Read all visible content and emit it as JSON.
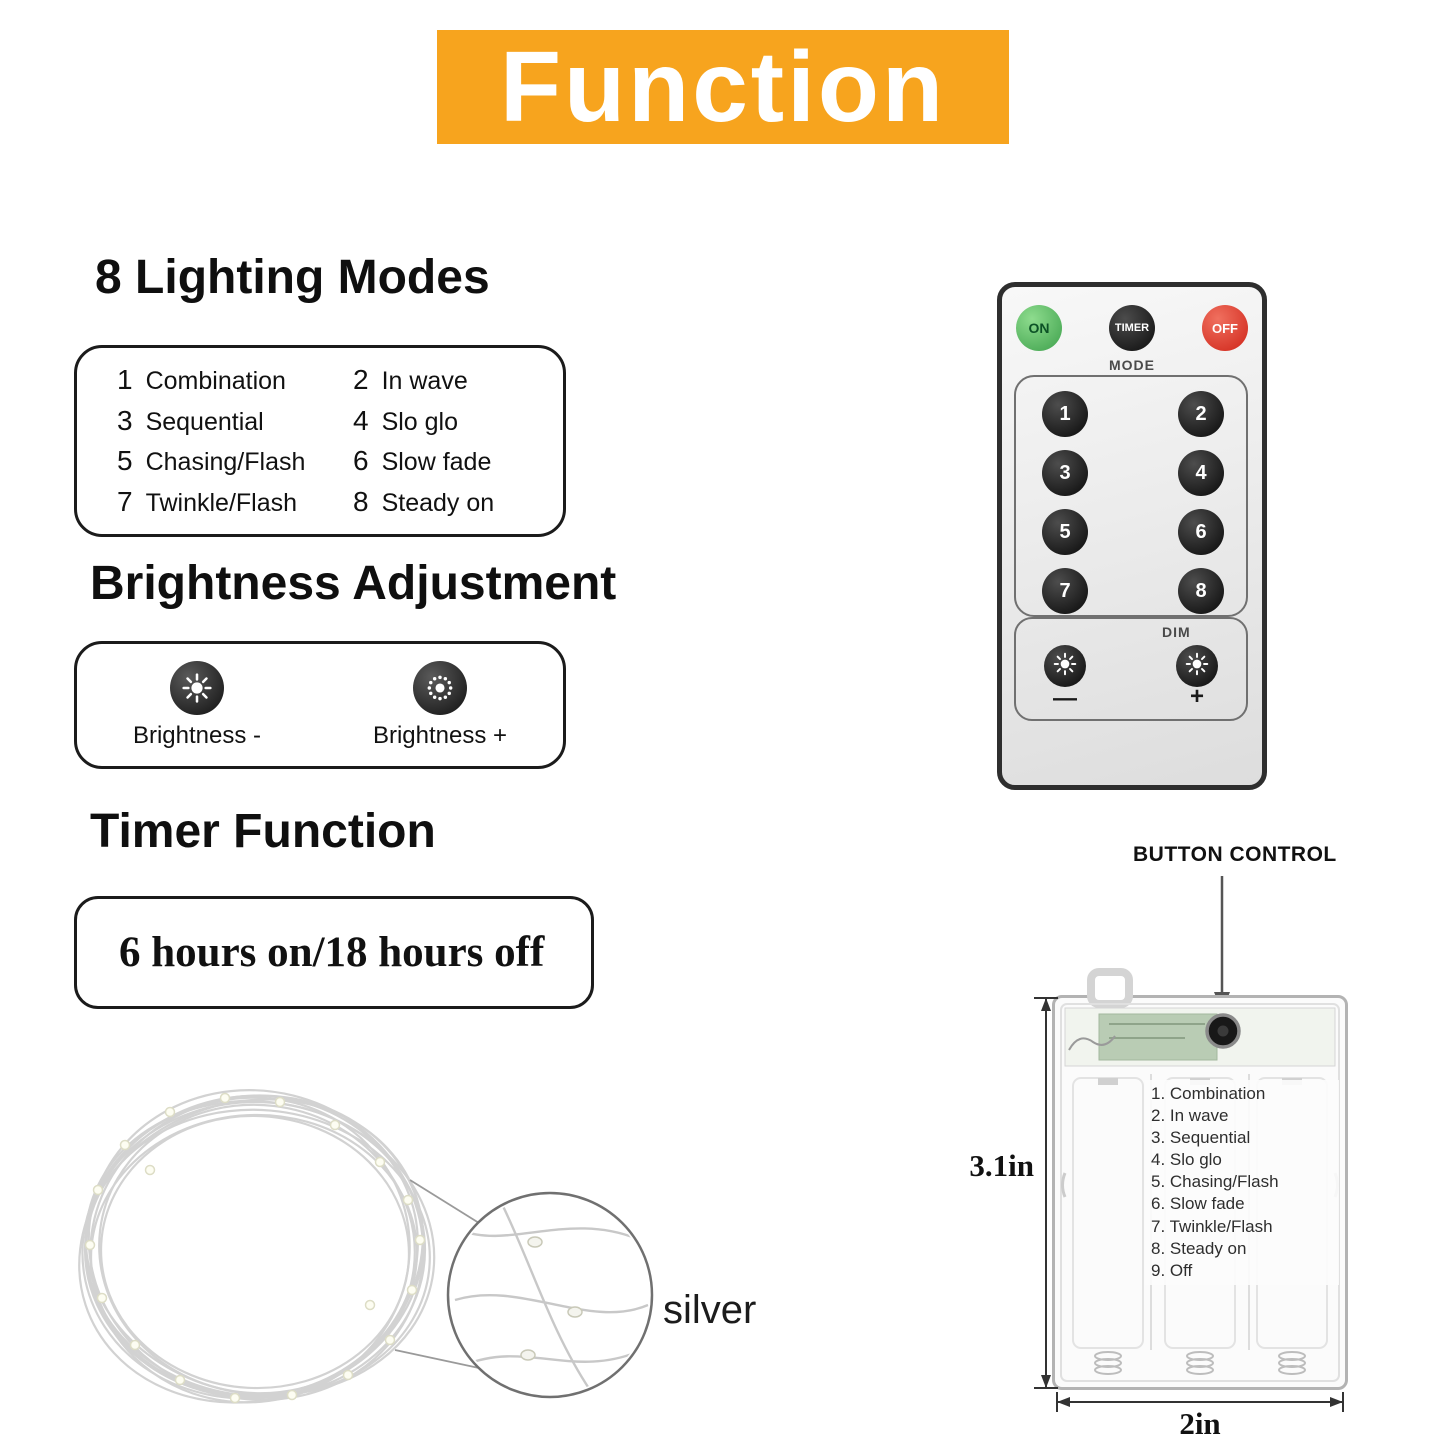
{
  "colors": {
    "banner_bg": "#F7A41E",
    "on_button_green": "#3DA04B",
    "off_button_red": "#CF2418",
    "remote_button_black": "#141414"
  },
  "banner": {
    "title": "Function"
  },
  "lighting_modes": {
    "heading": "8 Lighting Modes",
    "modes": [
      {
        "num": "1",
        "label": "Combination"
      },
      {
        "num": "2",
        "label": "In wave"
      },
      {
        "num": "3",
        "label": "Sequential"
      },
      {
        "num": "4",
        "label": "Slo glo"
      },
      {
        "num": "5",
        "label": "Chasing/Flash"
      },
      {
        "num": "6",
        "label": "Slow fade"
      },
      {
        "num": "7",
        "label": "Twinkle/Flash"
      },
      {
        "num": "8",
        "label": "Steady on"
      }
    ]
  },
  "brightness": {
    "heading": "Brightness Adjustment",
    "minus_label": "Brightness -",
    "plus_label": "Brightness +"
  },
  "timer": {
    "heading": "Timer Function",
    "text": "6 hours on/18 hours off"
  },
  "string_lights": {
    "caption": "silver"
  },
  "remote": {
    "on": "ON",
    "timer": "TIMER",
    "off": "OFF",
    "mode_label": "MODE",
    "mode_buttons": [
      "1",
      "2",
      "3",
      "4",
      "5",
      "6",
      "7",
      "8"
    ],
    "dim_label": "DIM",
    "dim_minus": "—",
    "dim_plus": "+"
  },
  "battery_box": {
    "pointer_label": "BUTTON CONTROL",
    "modes": [
      "1. Combination",
      "2. In wave",
      "3. Sequential",
      "4. Slo glo",
      "5. Chasing/Flash",
      "6. Slow fade",
      "7. Twinkle/Flash",
      "8. Steady on",
      "9. Off"
    ],
    "height": "3.1in",
    "width": "2in"
  }
}
